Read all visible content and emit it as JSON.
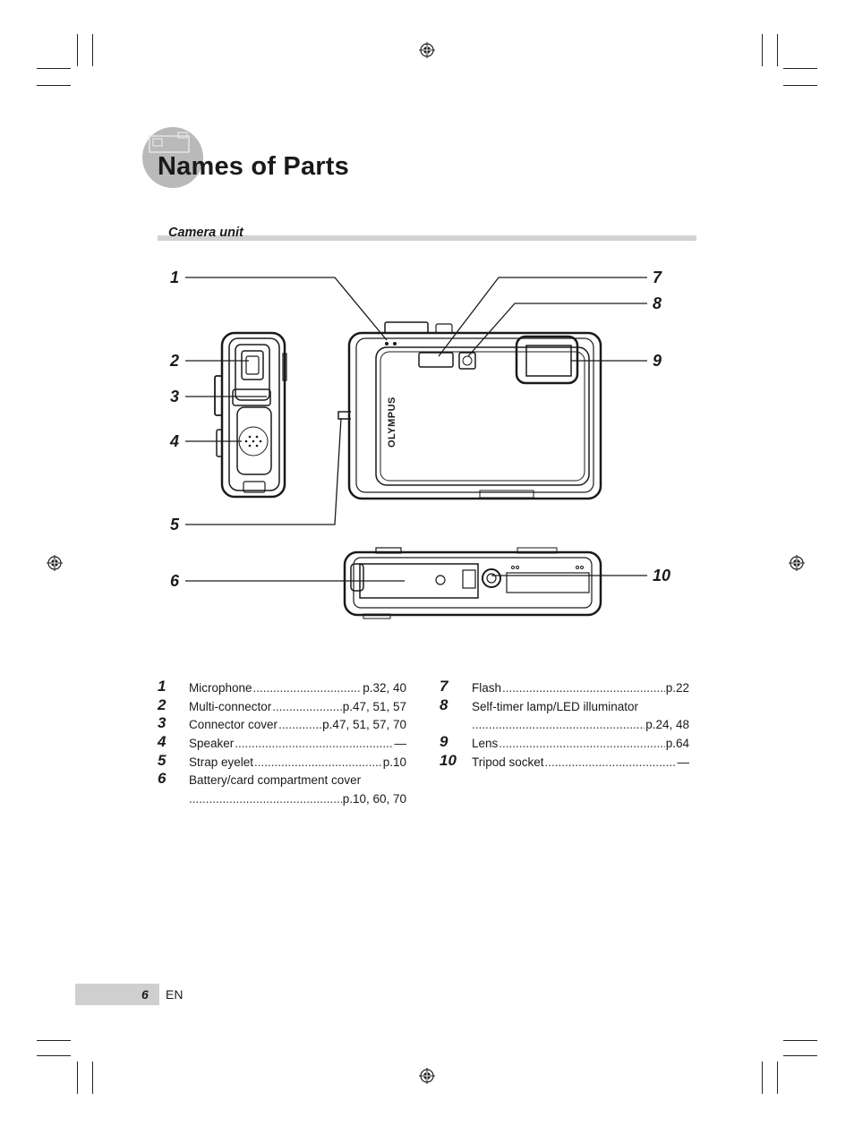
{
  "page": {
    "title": "Names of Parts",
    "section_label": "Camera unit",
    "page_number": "6",
    "language": "EN"
  },
  "callouts": [
    "1",
    "2",
    "3",
    "4",
    "5",
    "6",
    "7",
    "8",
    "9",
    "10"
  ],
  "camera_brand": "OLYMPUS",
  "parts_left": [
    {
      "num": "1",
      "name": "Microphone",
      "ref": "p.32, 40"
    },
    {
      "num": "2",
      "name": "Multi-connector",
      "ref": "p.47, 51, 57"
    },
    {
      "num": "3",
      "name": "Connector cover",
      "ref": "p.47, 51, 57, 70"
    },
    {
      "num": "4",
      "name": "Speaker",
      "ref": "—"
    },
    {
      "num": "5",
      "name": "Strap eyelet",
      "ref": "p.10"
    },
    {
      "num": "6",
      "name": "Battery/card compartment cover",
      "ref": "p.10, 60, 70"
    }
  ],
  "parts_right": [
    {
      "num": "7",
      "name": "Flash",
      "ref": "p.22"
    },
    {
      "num": "8",
      "name": "Self-timer lamp/LED illuminator",
      "ref": "p.24, 48"
    },
    {
      "num": "9",
      "name": "Lens",
      "ref": "p.64"
    },
    {
      "num": "10",
      "name": "Tripod socket",
      "ref": "—"
    }
  ],
  "colors": {
    "title_circle": "#b9b9b9",
    "section_bar": "#d2d2d2",
    "footer_bar": "#cfcfcf",
    "ink": "#1a1a1a"
  }
}
